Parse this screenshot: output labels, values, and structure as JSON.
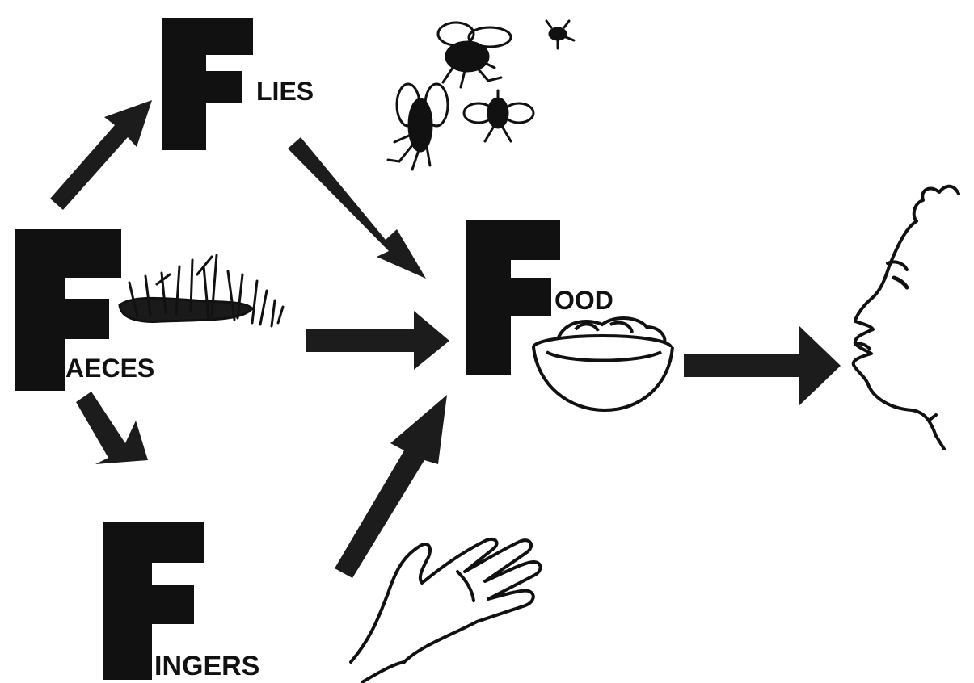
{
  "diagram": {
    "nodes": {
      "faeces": {
        "initial": "F",
        "suffix": "AECES"
      },
      "flies": {
        "initial": "F",
        "suffix": "LIES"
      },
      "fingers": {
        "initial": "F",
        "suffix": "INGERS"
      },
      "food": {
        "initial": "F",
        "suffix": "OOD"
      }
    },
    "edges": [
      {
        "from": "faeces",
        "to": "flies"
      },
      {
        "from": "faeces",
        "to": "fingers"
      },
      {
        "from": "faeces",
        "to": "food"
      },
      {
        "from": "flies",
        "to": "food"
      },
      {
        "from": "fingers",
        "to": "food"
      },
      {
        "from": "food",
        "to": "mouth"
      }
    ],
    "illustrations": [
      "flies-icon",
      "faeces-grass-icon",
      "food-bowl-icon",
      "hand-icon",
      "face-profile-icon"
    ],
    "colors": {
      "ink": "#111111",
      "arrow": "#1c1c1c",
      "background": "#ffffff"
    }
  }
}
